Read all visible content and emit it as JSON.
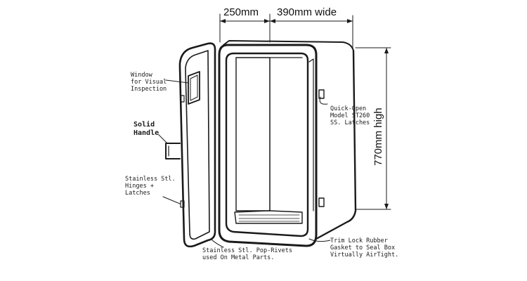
{
  "dimensions": {
    "depth": "250mm",
    "width": "390mm wide",
    "height": "770mm high"
  },
  "annotations": {
    "window": [
      "Window",
      "for Visual",
      "Inspection"
    ],
    "handle": [
      "Solid",
      "Handle"
    ],
    "hinges": [
      "Stainless Stl.",
      "Hinges +",
      "Latches"
    ],
    "latches": [
      "Quick-Open",
      "Model ST260",
      "SS. Latches"
    ],
    "rivets": [
      "Stainless Stl. Pop-Rivets",
      "used On Metal Parts."
    ],
    "gasket": [
      "Trim Lock Rubber",
      "Gasket to Seal Box",
      "Virtually AirTight."
    ]
  }
}
